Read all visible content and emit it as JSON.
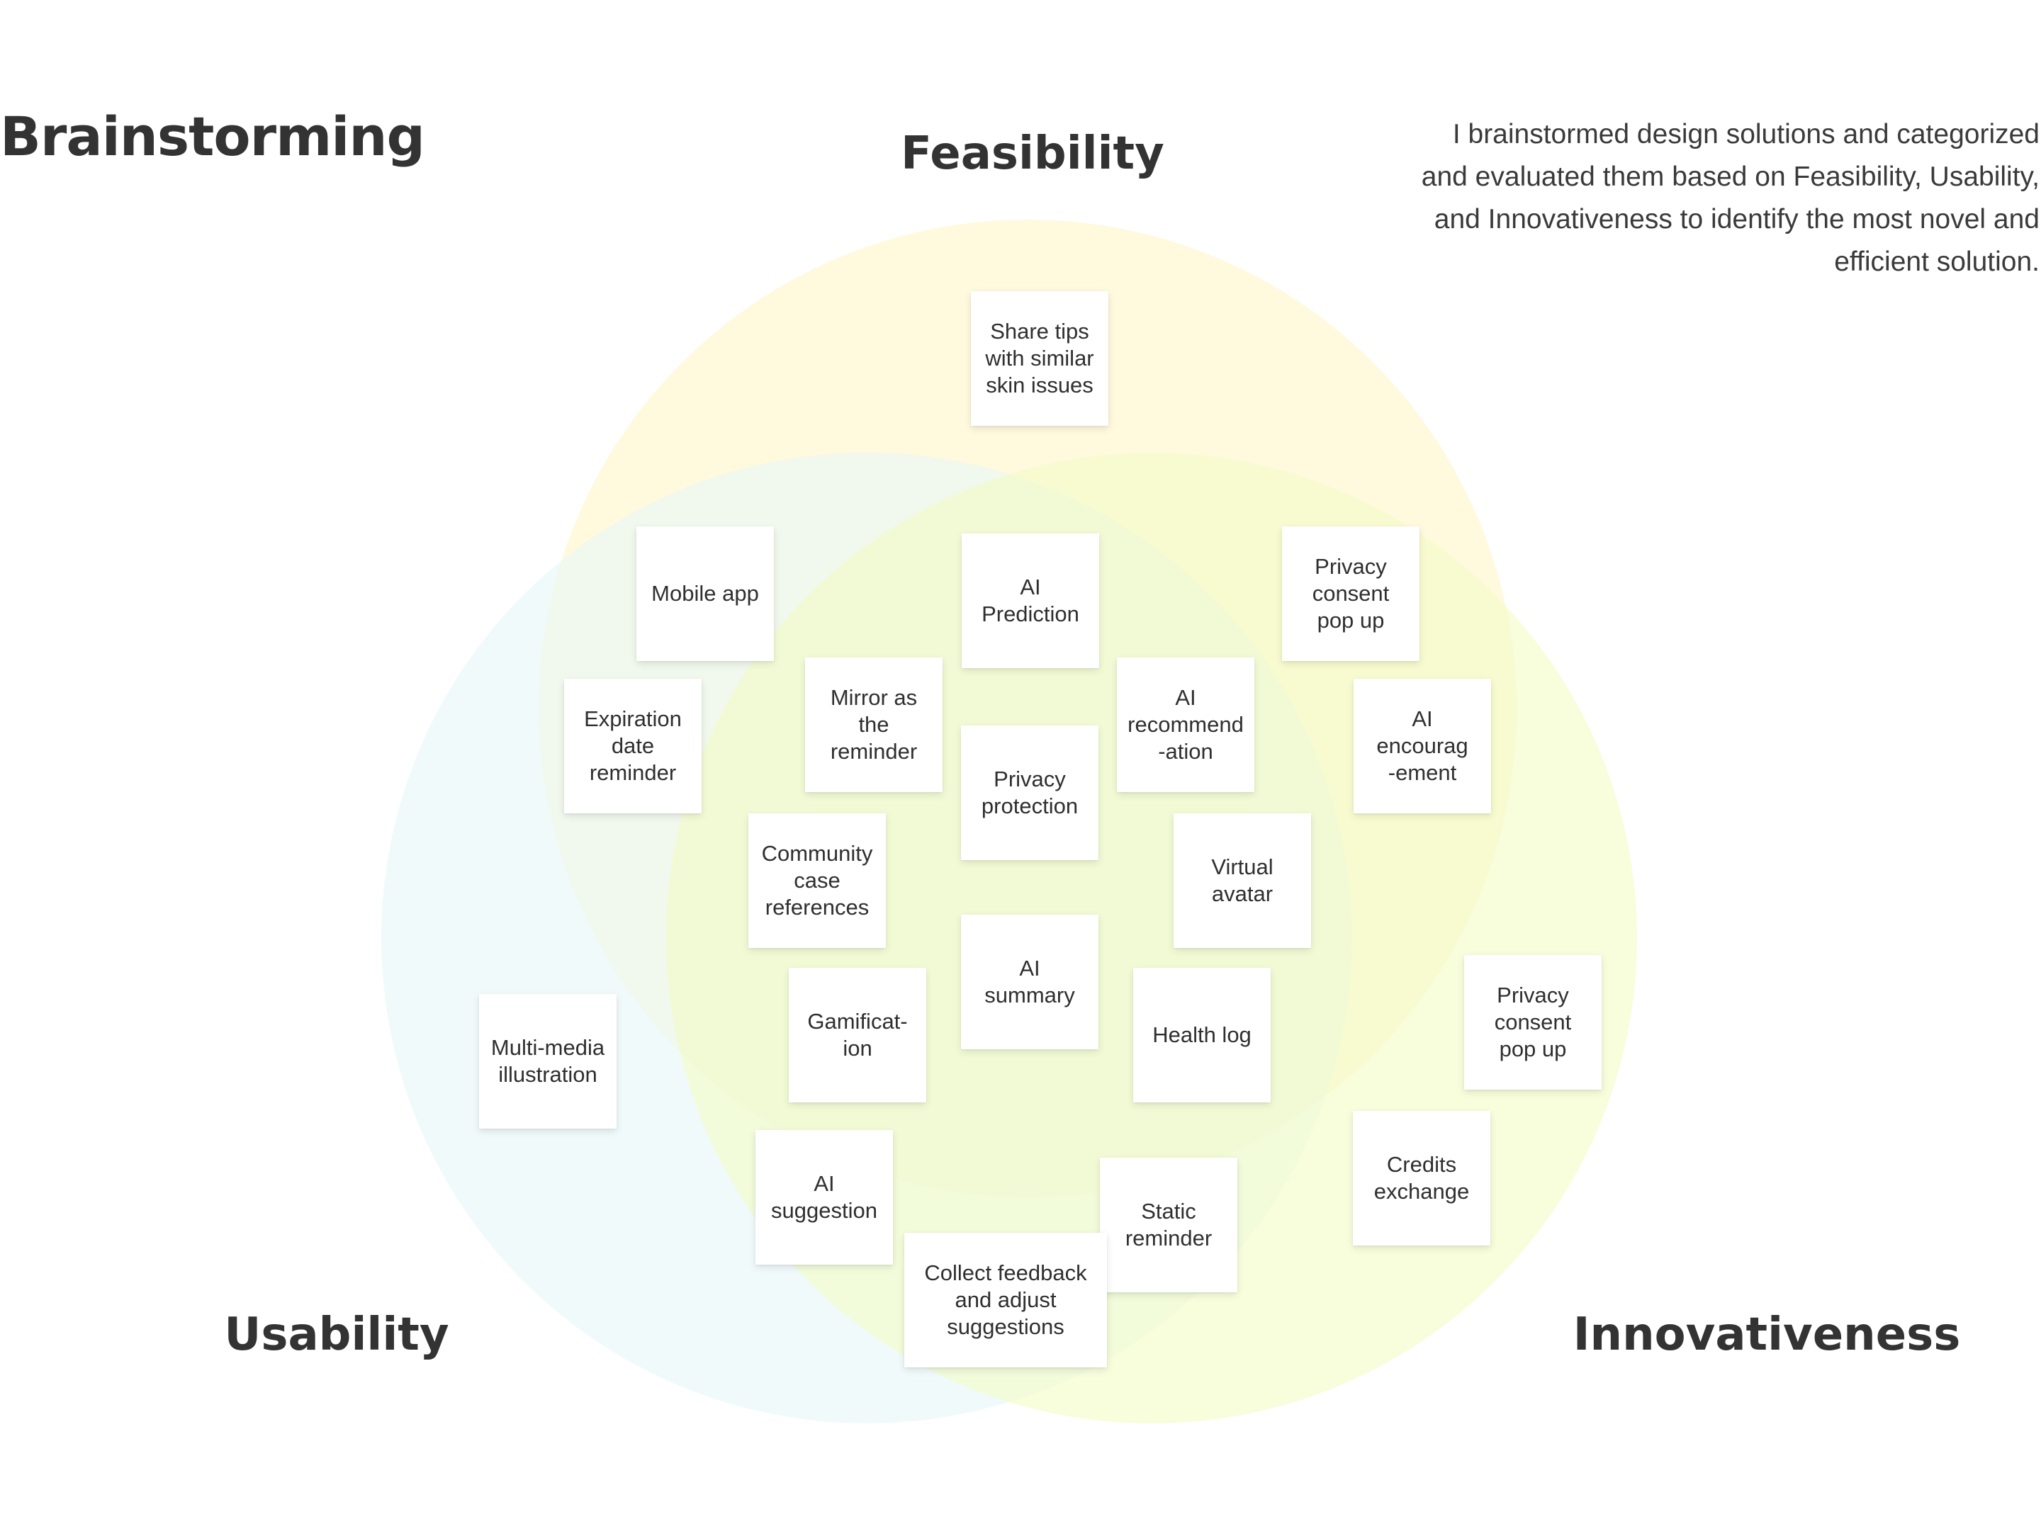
{
  "title": "Brainstorming",
  "description": "I brainstormed design solutions and categorized and evaluated them based on Feasibility, Usability, and Innovativeness to identify the most novel and efficient solution.",
  "categories": {
    "feasibility": "Feasibility",
    "usability": "Usability",
    "innovativeness": "Innovativeness"
  },
  "colors": {
    "feasibility_circle": "#fff7d6",
    "usability_circle": "#e8f6f9",
    "innovativeness_circle": "#f4fcc4"
  },
  "notes": {
    "share_tips": "Share tips\nwith similar\nskin issues",
    "mobile_app": "Mobile app",
    "ai_prediction": "AI\nPrediction",
    "privacy_consent_1": "Privacy\nconsent\npop up",
    "expiration_reminder": "Expiration\ndate\nreminder",
    "mirror_reminder": "Mirror as\nthe\nreminder",
    "ai_recommendation": "AI\nrecommend\n-ation",
    "ai_encouragement": "AI\nencourag\n-ement",
    "privacy_protection": "Privacy\nprotection",
    "community_case": "Community\ncase\nreferences",
    "virtual_avatar": "Virtual\navatar",
    "ai_summary": "AI\nsummary",
    "privacy_consent_2": "Privacy\nconsent\npop up",
    "multimedia": "Multi-media\nillustration",
    "gamification": "Gamificat-\nion",
    "health_log": "Health log",
    "credits_exchange": "Credits\nexchange",
    "ai_suggestion": "AI\nsuggestion",
    "static_reminder": "Static\nreminder",
    "collect_feedback": "Collect feedback\nand adjust\nsuggestions"
  }
}
